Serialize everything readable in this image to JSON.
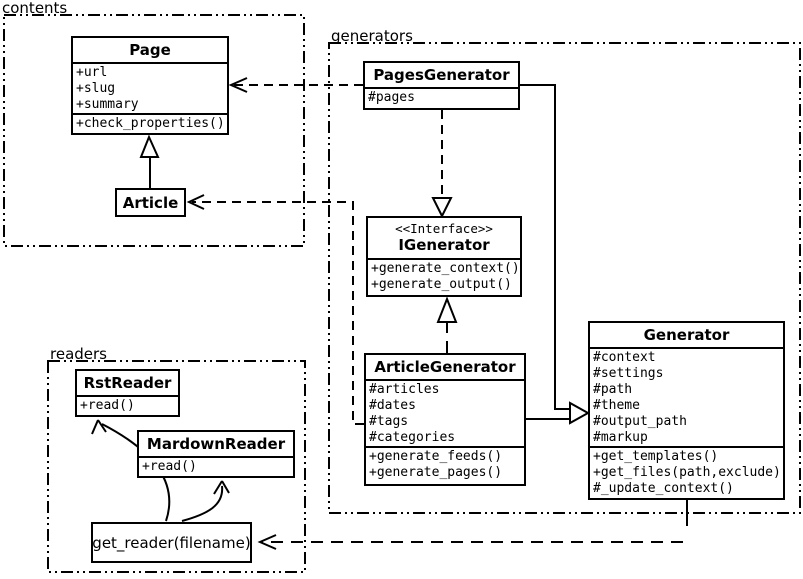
{
  "diagram": {
    "type": "uml-class-diagram",
    "background": "#ffffff",
    "stroke": "#000000"
  },
  "packages": {
    "contents": {
      "label": "contents"
    },
    "generators": {
      "label": "generators"
    },
    "readers": {
      "label": "readers"
    }
  },
  "classes": {
    "page": {
      "title": "Page",
      "attrs": [
        "+url",
        "+slug",
        "+summary"
      ],
      "methods": [
        "+check_properties()"
      ]
    },
    "article": {
      "title": "Article"
    },
    "pages_generator": {
      "title": "PagesGenerator",
      "attrs": [
        "#pages"
      ]
    },
    "igenerator": {
      "stereotype": "<<Interface>>",
      "title": "IGenerator",
      "methods": [
        "+generate_context()",
        "+generate_output()"
      ]
    },
    "article_generator": {
      "title": "ArticleGenerator",
      "attrs": [
        "#articles",
        "#dates",
        "#tags",
        "#categories"
      ],
      "methods": [
        "+generate_feeds()",
        "+generate_pages()"
      ]
    },
    "generator": {
      "title": "Generator",
      "attrs": [
        "#context",
        "#settings",
        "#path",
        "#theme",
        "#output_path",
        "#markup"
      ],
      "methods": [
        "+get_templates()",
        "+get_files(path,exclude)",
        "#_update_context()"
      ]
    },
    "rst_reader": {
      "title": "RstReader",
      "methods": [
        "+read()"
      ]
    },
    "mardown_reader": {
      "title": "MardownReader",
      "methods": [
        "+read()"
      ]
    },
    "get_reader": {
      "label": "get_reader(filename)"
    }
  },
  "relationships": [
    {
      "from": "Article",
      "to": "Page",
      "type": "generalization"
    },
    {
      "from": "PagesGenerator",
      "to": "Page",
      "type": "dependency"
    },
    {
      "from": "ArticleGenerator",
      "to": "Article",
      "type": "dependency"
    },
    {
      "from": "PagesGenerator",
      "to": "IGenerator",
      "type": "realization"
    },
    {
      "from": "ArticleGenerator",
      "to": "IGenerator",
      "type": "realization"
    },
    {
      "from": "PagesGenerator",
      "to": "Generator",
      "type": "generalization"
    },
    {
      "from": "ArticleGenerator",
      "to": "Generator",
      "type": "generalization"
    },
    {
      "from": "Generator",
      "to": "get_reader(filename)",
      "type": "dependency"
    },
    {
      "from": "get_reader(filename)",
      "to": "RstReader",
      "type": "edge"
    },
    {
      "from": "get_reader(filename)",
      "to": "MardownReader",
      "type": "edge"
    }
  ]
}
